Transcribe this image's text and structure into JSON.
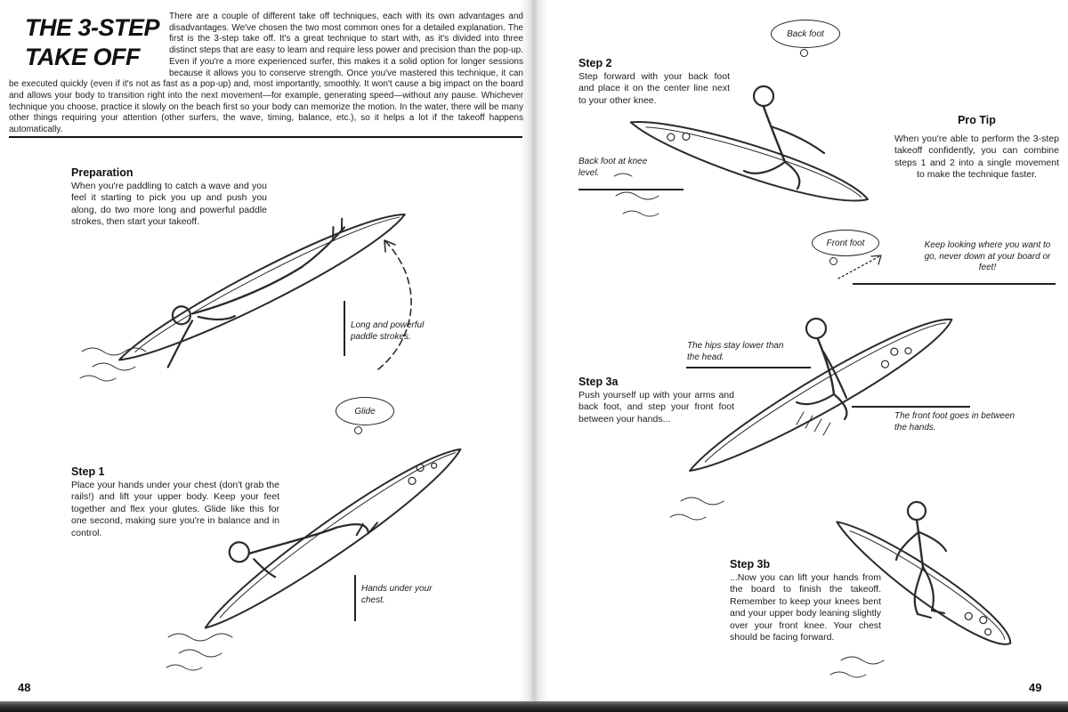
{
  "page": {
    "left": {
      "page_number": "48",
      "title_line1": "THE 3-STEP",
      "title_line2": "TAKE OFF",
      "intro": "There are a couple of different take off techniques, each with its own advantages and disadvantages. We've chosen the two most common ones for a detailed explanation. The first is the 3-step take off. It's a great technique to start with, as it's divided into three distinct steps that are easy to learn and require less power and precision than the pop-up. Even if you're a more experienced surfer, this makes it a solid option for longer sessions because it allows you to conserve strength. Once you've mastered this technique, it can be executed quickly (even if it's not as fast as a pop-up) and, most importantly, smoothly. It won't cause a big impact on the board and allows your body to transition right into the next movement—for example, generating speed—without any pause. Whichever technique you choose, practice it slowly on the beach first so your body can memorize the motion. In the water, there will be many other things requiring your attention (other surfers, the wave, timing, balance, etc.), so it helps a lot if the takeoff happens automatically.",
      "preparation_heading": "Preparation",
      "preparation_body": "When you're paddling to catch a wave and you feel it starting to pick you up and push you along, do two more long and powerful paddle strokes, then start your takeoff.",
      "step1_heading": "Step 1",
      "step1_body": "Place your hands under your chest (don't grab the rails!) and lift your upper body. Keep your feet together and flex your glutes. Glide like this for one second, making sure you're in balance and in control.",
      "ann_paddle": "Long and powerful paddle strokes.",
      "ann_glide": "Glide",
      "ann_hands": "Hands under your chest."
    },
    "right": {
      "page_number": "49",
      "step2_heading": "Step 2",
      "step2_body": "Step forward with your back foot and place it on the center line next to your other knee.",
      "protip_heading": "Pro Tip",
      "protip_body": "When you're able to perform the 3-step takeoff confidently, you can combine steps 1 and 2 into a single movement to make the technique faster.",
      "step3a_heading": "Step 3a",
      "step3a_body": "Push yourself up with your arms and back foot, and step your front foot between your hands...",
      "step3b_heading": "Step 3b",
      "step3b_body": "...Now you can lift your hands from the board to finish the takeoff. Remember to keep your knees bent and your upper body leaning slightly over your front knee. Your chest should be facing forward.",
      "ann_back_foot": "Back foot",
      "ann_back_foot_knee": "Back foot at knee level.",
      "ann_front_foot": "Front foot",
      "ann_keep_looking": "Keep looking where you want to go, never down at your board or feet!",
      "ann_hips": "The hips stay lower than the head.",
      "ann_front_foot_hands": "The front foot goes in between the hands."
    }
  }
}
